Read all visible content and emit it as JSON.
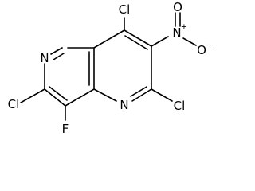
{
  "molecule": {
    "atoms": {
      "cl_top": "Cl",
      "cl_left": "Cl",
      "cl_bottom_right": "Cl",
      "n_ring_upper": "N",
      "n_ring_lower": "N",
      "f": "F",
      "nitro_n": "N",
      "nitro_o_top": "O",
      "nitro_o_right": "O",
      "nitro_n_charge": "+",
      "nitro_o_charge": "−"
    }
  }
}
